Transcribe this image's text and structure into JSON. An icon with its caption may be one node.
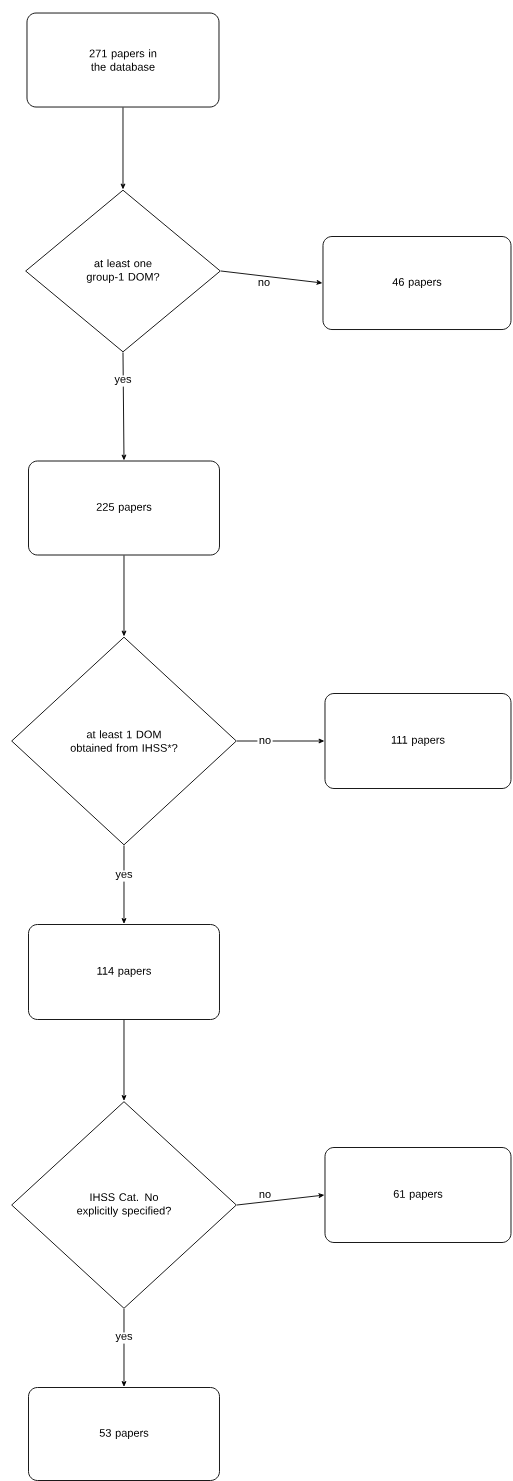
{
  "diagram": {
    "nodes": [
      {
        "text": [
          "271 papers in the database"
        ]
      },
      {
        "text": [
          "at least one group-1 DOM?"
        ]
      },
      {
        "text": [
          "46 papers"
        ]
      },
      {
        "text": [
          "225 papers"
        ]
      },
      {
        "text": [
          "at least 1 DOM obtained from IHSS*?"
        ]
      },
      {
        "text": [
          "111 papers"
        ]
      },
      {
        "text": [
          "114 papers"
        ]
      },
      {
        "text": [
          "IHSS Cat. No explicitly specified?"
        ]
      },
      {
        "text": [
          "61 papers"
        ]
      },
      {
        "text": [
          "53 papers"
        ]
      }
    ],
    "edges": [
      {
        "from": 0,
        "to": 1,
        "arrow": "to"
      },
      {
        "from": 1,
        "to": 2,
        "arrow": "to",
        "label": "no"
      },
      {
        "from": 1,
        "to": 3,
        "arrow": "to",
        "label": "yes"
      },
      {
        "from": 3,
        "to": 4,
        "arrow": "to"
      },
      {
        "from": 4,
        "to": 5,
        "arrow": "to",
        "label": "no"
      },
      {
        "from": 4,
        "to": 6,
        "arrow": "to",
        "label": "yes"
      },
      {
        "from": 6,
        "to": 7,
        "arrow": "to"
      },
      {
        "from": 7,
        "to": 8,
        "arrow": "to",
        "label": "no"
      },
      {
        "from": 7,
        "to": 9,
        "arrow": "to",
        "label": "yes"
      }
    ]
  }
}
